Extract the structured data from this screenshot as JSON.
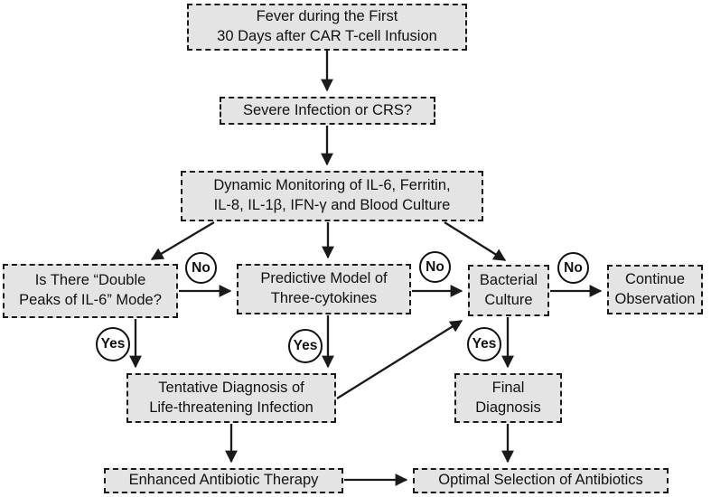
{
  "flowchart": {
    "nodes": {
      "fever": "Fever during the First\n30 Days after CAR T-cell Infusion",
      "severe_infection": "Severe Infection or CRS?",
      "dynamic_monitoring": "Dynamic Monitoring of IL-6, Ferritin,\nIL-8, IL-1β, IFN-γ and Blood Culture",
      "double_peaks": "Is There “Double\nPeaks of IL-6” Mode?",
      "predictive_model": "Predictive Model of\nThree-cytokines",
      "bacterial_culture": "Bacterial\nCulture",
      "continue_observation": "Continue\nObservation",
      "tentative_diagnosis": "Tentative Diagnosis of\nLife-threatening Infection",
      "final_diagnosis": "Final\nDiagnosis",
      "enhanced_therapy": "Enhanced Antibiotic Therapy",
      "optimal_selection": "Optimal Selection of Antibiotics"
    },
    "labels": {
      "no": "No",
      "yes": "Yes"
    },
    "colors": {
      "background": "#ffffff",
      "box_fill": "#e4e4e4",
      "line": "#1a1a1a"
    }
  }
}
